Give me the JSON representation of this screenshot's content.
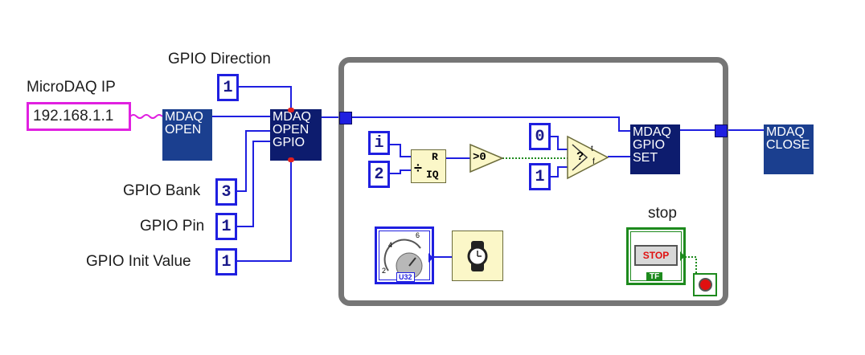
{
  "labels": {
    "gpio_direction": "GPIO Direction",
    "microdaq_ip": "MicroDAQ IP",
    "gpio_bank": "GPIO Bank",
    "gpio_pin": "GPIO Pin",
    "gpio_init_value": "GPIO Init Value",
    "stop": "stop"
  },
  "controls": {
    "ip_value": "192.168.1.1",
    "direction_value": "1",
    "bank_value": "3",
    "pin_value": "1",
    "init_value": "1"
  },
  "vis": {
    "open": [
      "MDAQ",
      "OPEN"
    ],
    "open_gpio": [
      "MDAQ",
      "OPEN",
      "GPIO"
    ],
    "gpio_set": [
      "MDAQ",
      "GPIO",
      "SET"
    ],
    "close": [
      "MDAQ",
      "CLOSE"
    ]
  },
  "loop": {
    "iteration_terminal": "i",
    "divisor_value": "2",
    "quotient_r_label": "R",
    "quotient_iq_label": "IQ",
    "compare_label": ">0",
    "false_value": "0",
    "true_value": "1",
    "select_question": "?",
    "select_t": "t",
    "select_f": "f",
    "wait_type": "U32",
    "dial_ticks": [
      "2",
      "4",
      "6"
    ],
    "stop_button_text": "STOP",
    "stop_tf": "TF"
  },
  "colors": {
    "wire_blue": "#1f1fe0",
    "wire_pink": "#e020e0",
    "wire_green": "#1d8a1d",
    "vi_blue": "#1b3f8f",
    "vi_navy": "#0d1c6e",
    "loop_gray": "#767676",
    "bool_green": "#1d8a1d"
  }
}
